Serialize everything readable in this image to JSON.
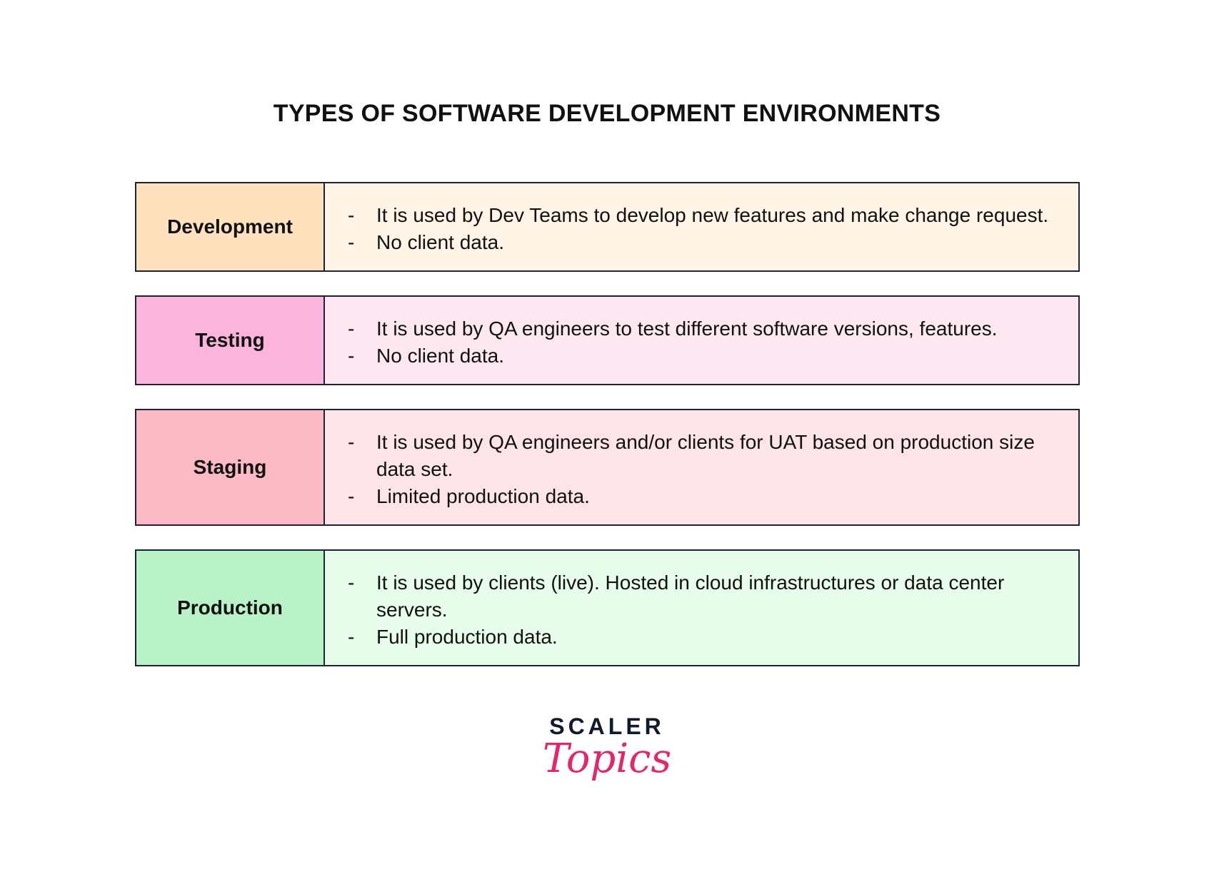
{
  "title": "TYPES OF SOFTWARE DEVELOPMENT ENVIRONMENTS",
  "environments": [
    {
      "name": "Development",
      "label_color": "#fde2bd",
      "desc_color": "#fff4e6",
      "bullets": [
        "It is used by Dev Teams to develop new features and make change request.",
        "No client data."
      ]
    },
    {
      "name": "Testing",
      "label_color": "#fbb5dc",
      "desc_color": "#fde8f2",
      "bullets": [
        "It is used by QA engineers to test different software versions, features.",
        "No client data."
      ]
    },
    {
      "name": "Staging",
      "label_color": "#fbb9c4",
      "desc_color": "#fde4e9",
      "bullets": [
        "It is used by QA engineers and/or clients for UAT based on production size data set.",
        "Limited production data."
      ]
    },
    {
      "name": "Production",
      "label_color": "#b8f2c6",
      "desc_color": "#e8fcec",
      "bullets": [
        "It is used by clients (live). Hosted in cloud infrastructures or data center servers.",
        "Full production data."
      ]
    }
  ],
  "bullet_marker": "-",
  "logo": {
    "line1": "SCALER",
    "line2": "Topics"
  }
}
